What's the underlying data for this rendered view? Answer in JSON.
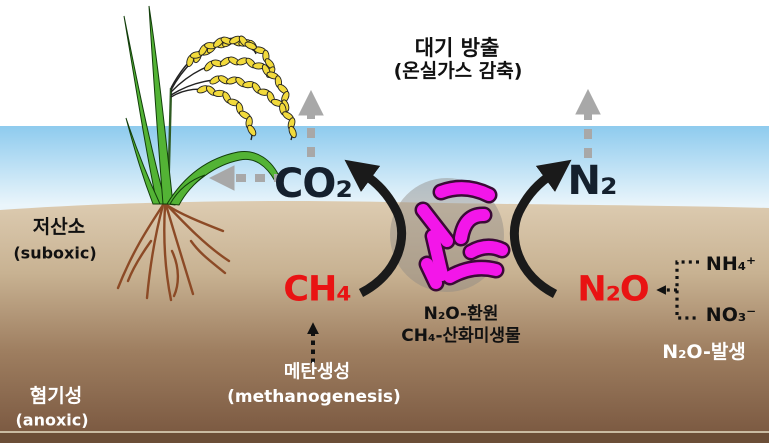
{
  "title": {
    "line1": "대기 방출",
    "line2": "(온실가스 감축)"
  },
  "gases": {
    "co2": "CO₂",
    "n2": "N₂",
    "ch4": "CH₄",
    "n2o": "N₂O"
  },
  "chemistry": {
    "nh4": "NH₄⁺",
    "no3": "NO₃⁻"
  },
  "soil_zones": {
    "suboxic_ko": "저산소",
    "suboxic_en": "(suboxic)",
    "anoxic_ko": "혐기성",
    "anoxic_en": "(anoxic)"
  },
  "microbes": {
    "line1": "N₂O-환원",
    "line2": "CH₄-산화미생물"
  },
  "processes": {
    "methanogenesis_ko": "메탄생성",
    "methanogenesis_en": "(methanogenesis)",
    "n2o_generation": "N₂O-발생"
  },
  "icons": {
    "bacteria": "bacteria-rods-icon",
    "rice_plant": "rice-plant-icon",
    "arrows": [
      "co2-up-arrow",
      "co2-to-plant-arrow",
      "n2-up-arrow",
      "ch4-to-co2-cycle-arrow",
      "n2o-to-n2-cycle-arrow",
      "methanogenesis-up-arrow",
      "nh4-no3-to-n2o-arrow"
    ]
  },
  "colors": {
    "gas_label_dark": "#15202D",
    "gas_label_red": "#E91313",
    "arrow_gray": "#A8A8A8",
    "arrow_black": "#1A1A1A",
    "bacteria_magenta": "#F316E9",
    "water_blue_top": "#8ECBEE",
    "water_blue_bottom": "#EAF5FB",
    "soil_tan_top": "#DECDB3",
    "soil_brown_bottom": "#7B5941",
    "bottom_band_brown": "#6B4E37",
    "leaf_green": "#53B335",
    "grain_yellow": "#F2DA3C",
    "root_brown": "#8C4A26"
  }
}
